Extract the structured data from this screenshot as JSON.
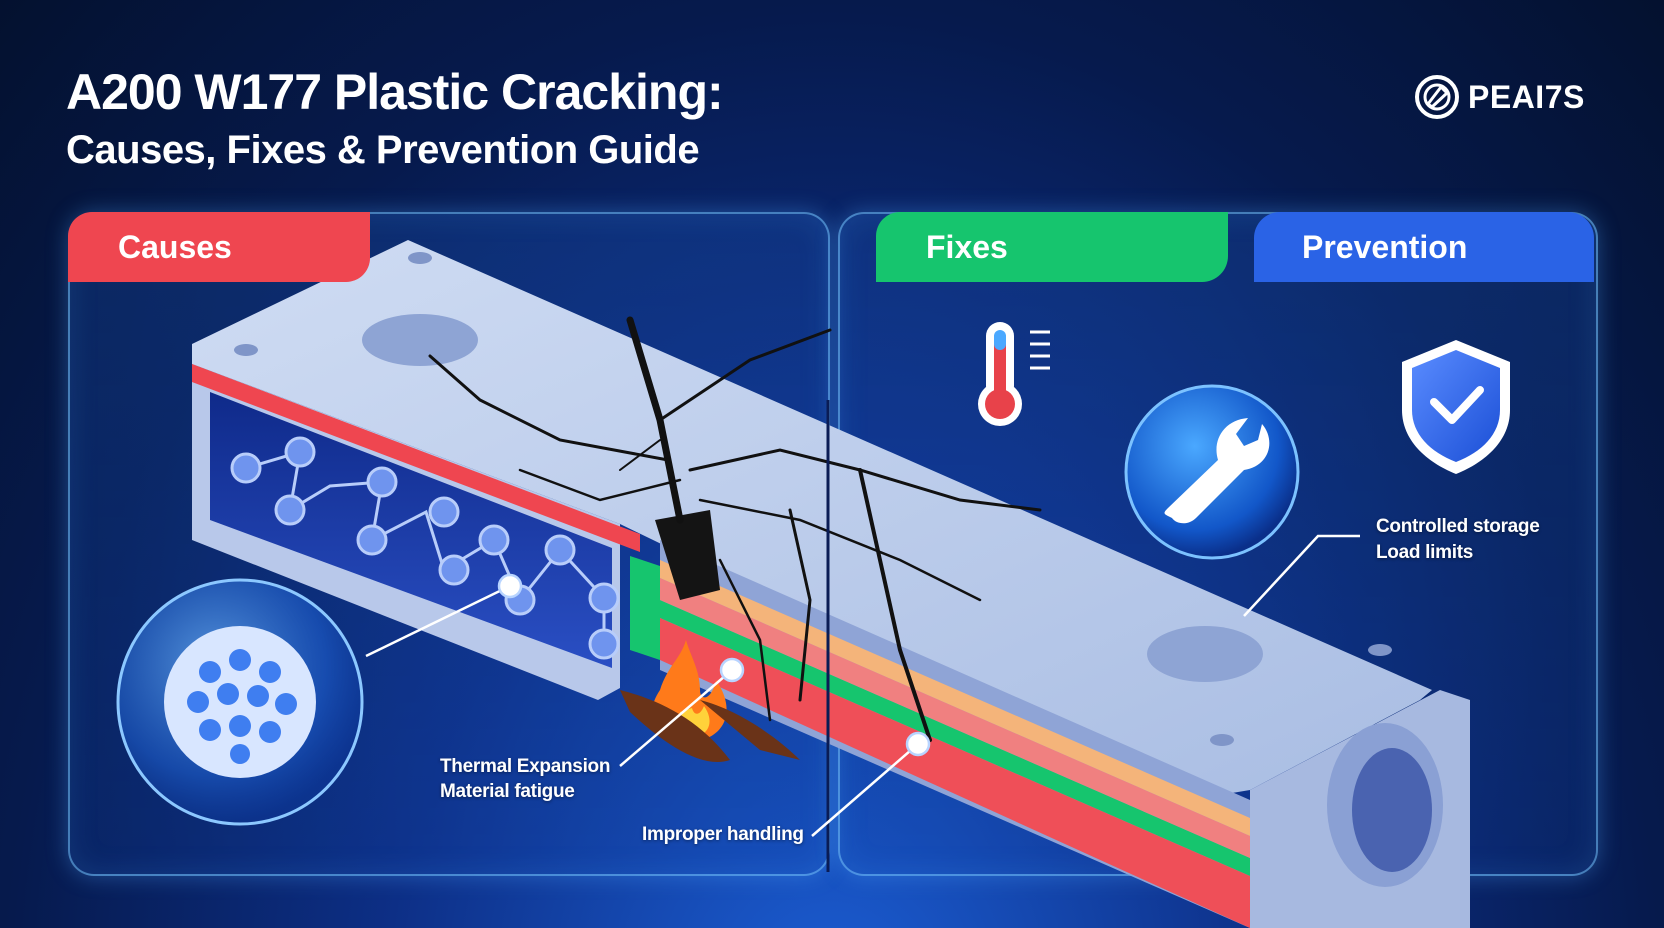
{
  "header": {
    "title": "A200 W177 Plastic Cracking:",
    "subtitle": "Causes, Fixes & Prevention Guide"
  },
  "brand": {
    "name": "PEAI7S",
    "icon": "brand-logo-icon"
  },
  "tabs": {
    "causes": "Causes",
    "fixes": "Fixes",
    "prevention": "Prevention"
  },
  "labels": {
    "thermal_expansion": "Thermal Expansion",
    "material_fatigue": "Material fatigue",
    "improper_handling": "Improper handling",
    "controlled_storage": "Controlled storage",
    "load_limits": "Load limits"
  },
  "icons": [
    "molecule-chain-icon",
    "microbe-sphere-icon",
    "fire-icon",
    "thermometer-icon",
    "wrench-icon",
    "shield-check-icon"
  ],
  "colors": {
    "causes": "#ef4650",
    "fixes": "#16c56e",
    "prevention": "#2a63e6",
    "background": "#061a4d"
  }
}
